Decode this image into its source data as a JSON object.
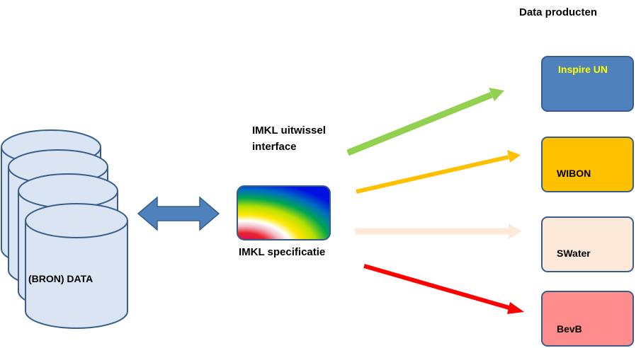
{
  "header": {
    "title": "Data producten"
  },
  "source": {
    "label": "(BRON) DATA"
  },
  "interface": {
    "line1": "IMKL uitwissel",
    "line2": "interface"
  },
  "spec": {
    "label": "IMKL specificatie"
  },
  "products": [
    {
      "label": "Inspire UN",
      "fill": "#4f81bd",
      "text_color": "#ffff00",
      "arrow_color": "#92d050"
    },
    {
      "label": "WIBON",
      "fill": "#ffc000",
      "text_color": "#000000",
      "arrow_color": "#ffc000"
    },
    {
      "label": "SWater",
      "fill": "#fde9d9",
      "text_color": "#000000",
      "arrow_color": "#fde9d9"
    },
    {
      "label": "BevB",
      "fill": "#ff8c8c",
      "text_color": "#000000",
      "arrow_color": "#ff0000"
    }
  ],
  "colors": {
    "cylinder_fill": "#dbe4f2",
    "outline": "#385d8a",
    "double_arrow": "#4f81bd"
  }
}
